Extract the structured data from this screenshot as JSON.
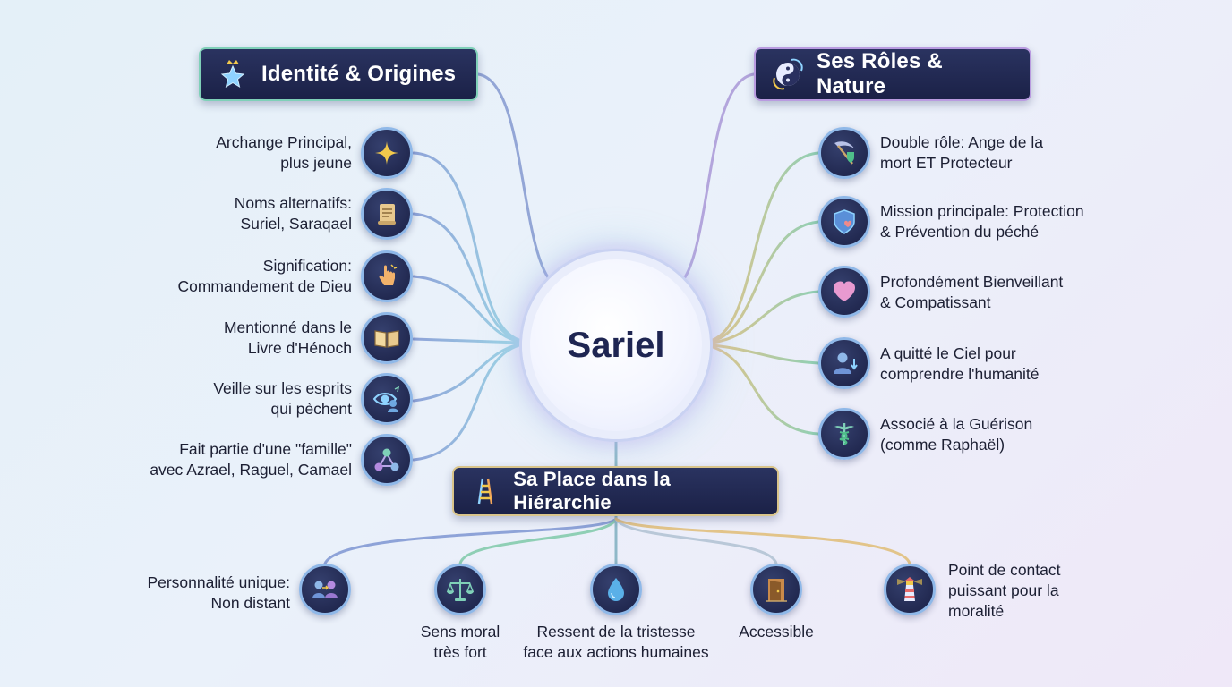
{
  "center": {
    "title": "Sariel"
  },
  "sections": {
    "identity": {
      "title": "Identité & Origines",
      "icon": "star-crown-icon",
      "items": [
        {
          "line1": "Archange Principal,",
          "line2": "plus jeune",
          "icon": "sparkle-icon"
        },
        {
          "line1": "Noms alternatifs:",
          "line2": "Suriel, Saraqael",
          "icon": "scroll-icon"
        },
        {
          "line1": "Signification:",
          "line2": "Commandement de Dieu",
          "icon": "pointing-hand-icon"
        },
        {
          "line1": "Mentionné dans le",
          "line2": "Livre d'Hénoch",
          "icon": "open-book-icon"
        },
        {
          "line1": "Veille sur les esprits",
          "line2": "qui pèchent",
          "icon": "watching-eye-icon"
        },
        {
          "line1": "Fait partie d'une \"famille\"",
          "line2": "avec Azrael, Raguel, Camael",
          "icon": "network-icon"
        }
      ]
    },
    "roles": {
      "title": "Ses Rôles & Nature",
      "icon": "yin-yang-icon",
      "items": [
        {
          "line1": "Double rôle: Ange de la",
          "line2": "mort ET Protecteur",
          "icon": "scythe-shield-icon"
        },
        {
          "line1": "Mission principale: Protection",
          "line2": "& Prévention du péché",
          "icon": "shield-heart-icon"
        },
        {
          "line1": "Profondément Bienveillant",
          "line2": "& Compatissant",
          "icon": "heart-icon"
        },
        {
          "line1": "A quitté le Ciel pour",
          "line2": "comprendre l'humanité",
          "icon": "descending-person-icon"
        },
        {
          "line1": "Associé à la Guérison",
          "line2": "(comme Raphaël)",
          "icon": "caduceus-icon"
        }
      ]
    },
    "hierarchy": {
      "title": "Sa Place dans la Hiérarchie",
      "icon": "ladder-icon",
      "items": [
        {
          "line1": "Personnalité unique:",
          "line2": "Non distant",
          "icon": "two-people-icon"
        },
        {
          "line1": "Sens moral",
          "line2": "très fort",
          "icon": "scales-icon"
        },
        {
          "line1": "Ressent de la tristesse",
          "line2": "face aux actions humaines",
          "icon": "tear-drop-icon"
        },
        {
          "line1": "Accessible",
          "line2": "",
          "icon": "open-door-icon"
        },
        {
          "line1": "Point de contact",
          "line2": "puissant pour la",
          "line3": "moralité",
          "icon": "lighthouse-icon"
        }
      ]
    }
  },
  "colors": {
    "header_bg": "#1f2650",
    "node_bg": "#1e2449",
    "text": "#1c1f33",
    "link_blue": "#8ea3d8",
    "link_teal": "#7fcfb8",
    "link_gold": "#e2c48a",
    "link_purple": "#b8a2e3"
  }
}
